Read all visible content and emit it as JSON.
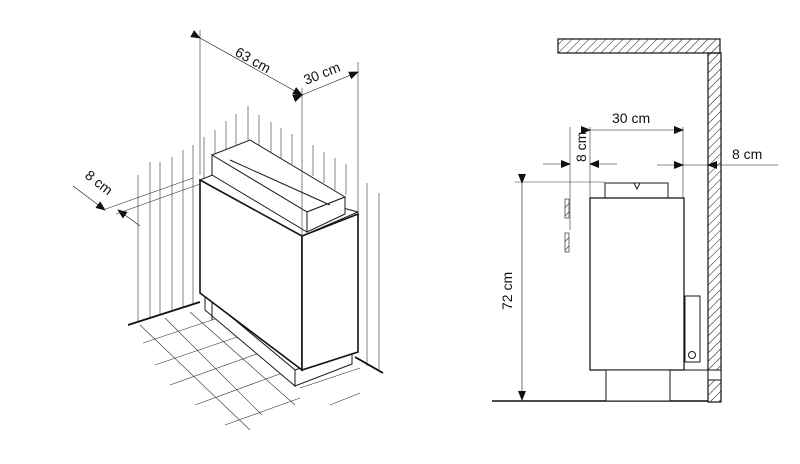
{
  "perspective_view": {
    "width_label": "63 cm",
    "depth_label": "30 cm",
    "side_clearance_label": "8 cm"
  },
  "side_view": {
    "depth_label": "30 cm",
    "front_clearance_label": "8 cm",
    "wall_clearance_label": "8 cm",
    "height_label": "72 cm"
  },
  "colors": {
    "line": "#111111",
    "background": "#ffffff"
  }
}
